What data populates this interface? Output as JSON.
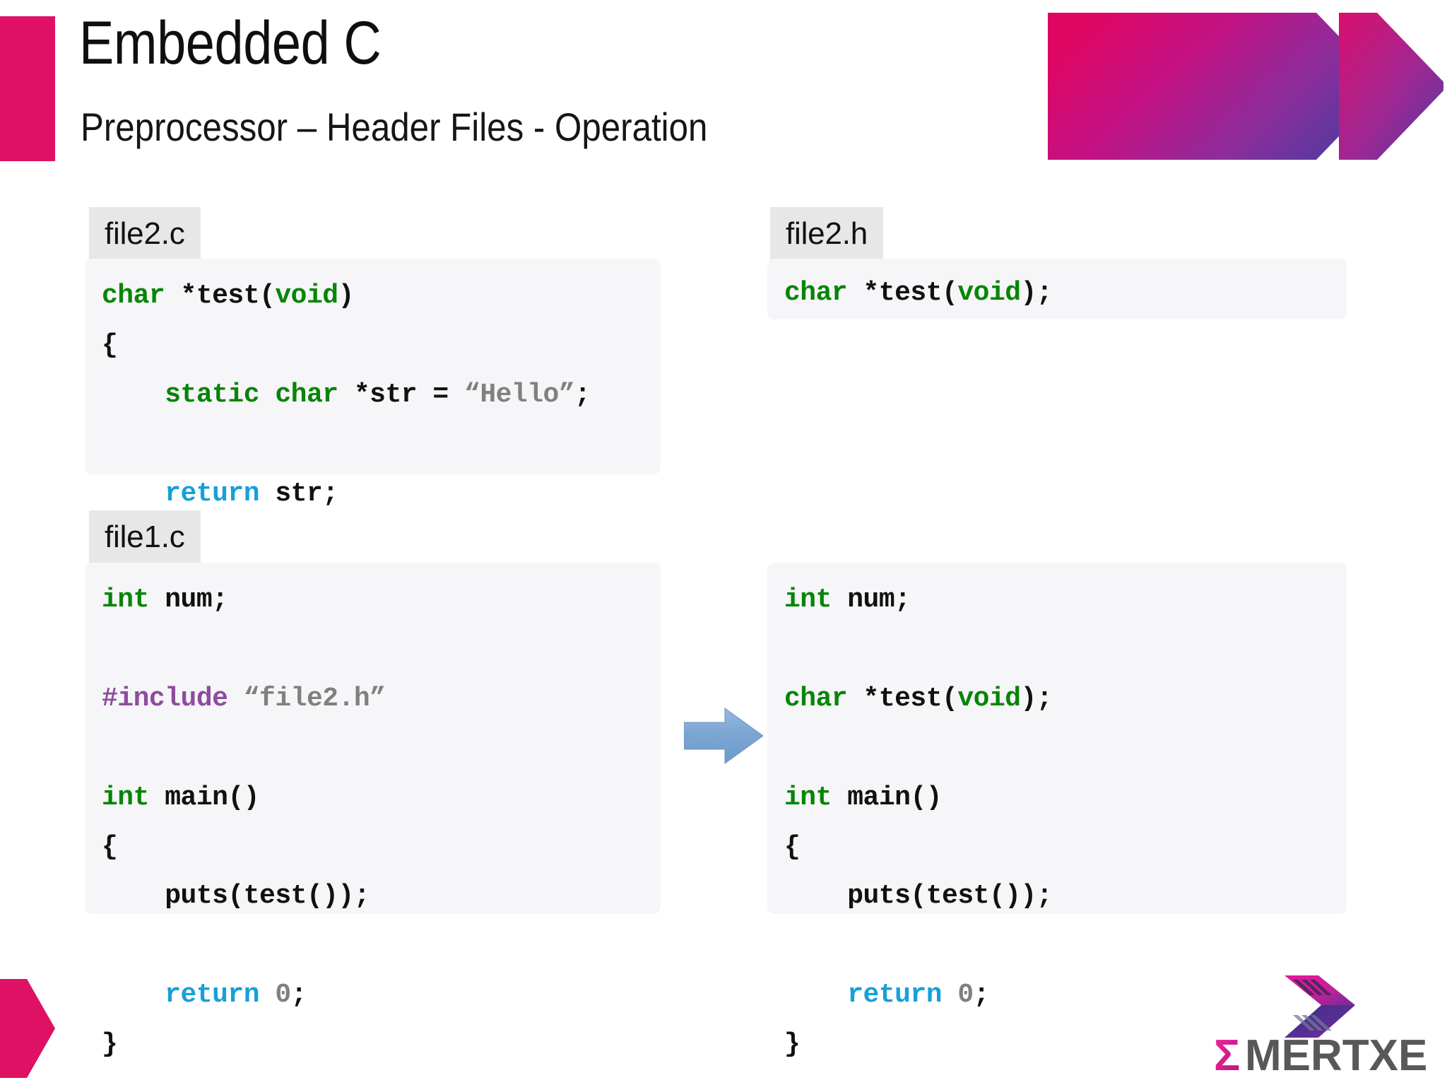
{
  "header": {
    "title": "Embedded C",
    "subtitle": "Preprocessor – Header Files - Operation",
    "accent_pink": "#DE1164",
    "accent_purple": "#5B3A9E",
    "banner_icon": "double-chevron-right-icon"
  },
  "blocks": {
    "file2c": {
      "label": "file2.c",
      "lines": [
        [
          {
            "t": "char",
            "c": "kw"
          },
          {
            "t": " *test(",
            "c": "pl"
          },
          {
            "t": "void",
            "c": "kw"
          },
          {
            "t": ")",
            "c": "pl"
          }
        ],
        [
          {
            "t": "{",
            "c": "pl"
          }
        ],
        [
          {
            "t": "    ",
            "c": "pl"
          },
          {
            "t": "static",
            "c": "kw"
          },
          {
            "t": " ",
            "c": "pl"
          },
          {
            "t": "char",
            "c": "kw"
          },
          {
            "t": " *str = ",
            "c": "pl"
          },
          {
            "t": "“Hello”",
            "c": "str"
          },
          {
            "t": ";",
            "c": "pl"
          }
        ],
        [
          {
            "t": "",
            "c": "pl"
          }
        ],
        [
          {
            "t": "    ",
            "c": "pl"
          },
          {
            "t": "return",
            "c": "ret"
          },
          {
            "t": " str;",
            "c": "pl"
          }
        ],
        [
          {
            "t": "}",
            "c": "pl"
          }
        ]
      ]
    },
    "file2h": {
      "label": "file2.h",
      "lines": [
        [
          {
            "t": "char",
            "c": "kw"
          },
          {
            "t": " *test(",
            "c": "pl"
          },
          {
            "t": "void",
            "c": "kw"
          },
          {
            "t": ");",
            "c": "pl"
          }
        ]
      ]
    },
    "file1c": {
      "label": "file1.c",
      "lines": [
        [
          {
            "t": "int",
            "c": "kw"
          },
          {
            "t": " num;",
            "c": "pl"
          }
        ],
        [
          {
            "t": "",
            "c": "pl"
          }
        ],
        [
          {
            "t": "#include",
            "c": "pp"
          },
          {
            "t": " ",
            "c": "pl"
          },
          {
            "t": "“file2.h”",
            "c": "str"
          }
        ],
        [
          {
            "t": "",
            "c": "pl"
          }
        ],
        [
          {
            "t": "int",
            "c": "kw"
          },
          {
            "t": " main()",
            "c": "pl"
          }
        ],
        [
          {
            "t": "{",
            "c": "pl"
          }
        ],
        [
          {
            "t": "    puts(test());",
            "c": "pl"
          }
        ],
        [
          {
            "t": "",
            "c": "pl"
          }
        ],
        [
          {
            "t": "    ",
            "c": "pl"
          },
          {
            "t": "return",
            "c": "ret"
          },
          {
            "t": " ",
            "c": "pl"
          },
          {
            "t": "0",
            "c": "str"
          },
          {
            "t": ";",
            "c": "pl"
          }
        ],
        [
          {
            "t": "}",
            "c": "pl"
          }
        ]
      ]
    },
    "expanded": {
      "label": "",
      "lines": [
        [
          {
            "t": "int",
            "c": "kw"
          },
          {
            "t": " num;",
            "c": "pl"
          }
        ],
        [
          {
            "t": "",
            "c": "pl"
          }
        ],
        [
          {
            "t": "char",
            "c": "kw"
          },
          {
            "t": " *test(",
            "c": "pl"
          },
          {
            "t": "void",
            "c": "kw"
          },
          {
            "t": ");",
            "c": "pl"
          }
        ],
        [
          {
            "t": "",
            "c": "pl"
          }
        ],
        [
          {
            "t": "int",
            "c": "kw"
          },
          {
            "t": " main()",
            "c": "pl"
          }
        ],
        [
          {
            "t": "{",
            "c": "pl"
          }
        ],
        [
          {
            "t": "    puts(test());",
            "c": "pl"
          }
        ],
        [
          {
            "t": "",
            "c": "pl"
          }
        ],
        [
          {
            "t": "    ",
            "c": "pl"
          },
          {
            "t": "return",
            "c": "ret"
          },
          {
            "t": " ",
            "c": "pl"
          },
          {
            "t": "0",
            "c": "str"
          },
          {
            "t": ";",
            "c": "pl"
          }
        ],
        [
          {
            "t": "}",
            "c": "pl"
          }
        ]
      ]
    }
  },
  "arrow": {
    "name": "transformation-arrow-icon",
    "color": "#7FA6D4"
  },
  "footer": {
    "brand": "EMERTXE",
    "brand_sigma": "Σ",
    "brand_rest": "MERTXE",
    "logo_mark": "double-chevron-right-icon",
    "tab_icon": "pink-pentagon-tab"
  },
  "colors": {
    "keyword_green": "#068506",
    "return_blue": "#17A0D8",
    "string_gray": "#808080",
    "preproc_purple": "#8E4C9E",
    "card_bg": "#F6F5F8",
    "chip_bg": "#E7E7E7"
  }
}
